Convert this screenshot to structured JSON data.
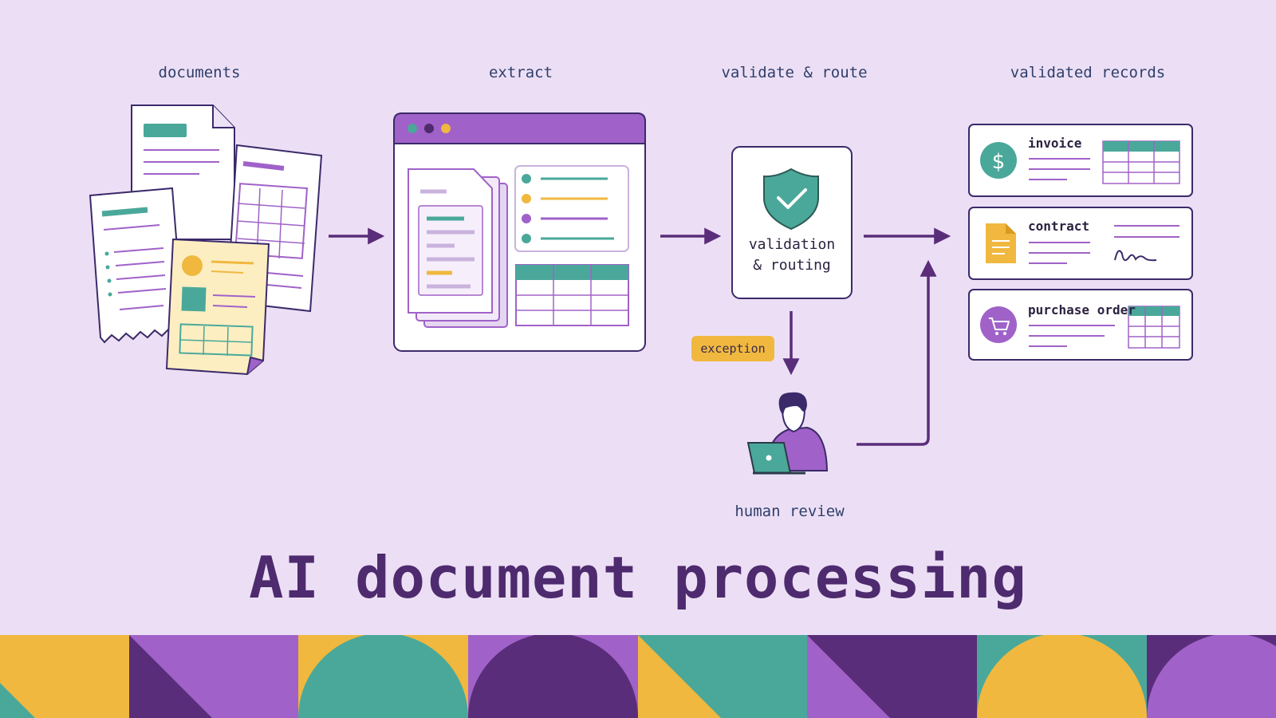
{
  "stages": {
    "documents": "documents",
    "extract": "extract",
    "validate": "validate & route",
    "records": "validated records"
  },
  "validation_box": {
    "line1": "validation",
    "line2": "& routing"
  },
  "exception_label": "exception",
  "human_review_label": "human review",
  "record_cards": [
    {
      "title": "invoice"
    },
    {
      "title": "contract"
    },
    {
      "title": "purchase order"
    }
  ],
  "title": "AI document processing",
  "colors": {
    "background": "#ecdff5",
    "purple": "#a062c8",
    "dark_purple": "#5a2d7a",
    "teal": "#4aa89a",
    "yellow": "#f0b83f",
    "navy_text": "#2f3f6b"
  },
  "icons": [
    "dollar-icon",
    "document-icon",
    "cart-icon",
    "shield-check-icon",
    "laptop-icon",
    "signature-icon"
  ]
}
